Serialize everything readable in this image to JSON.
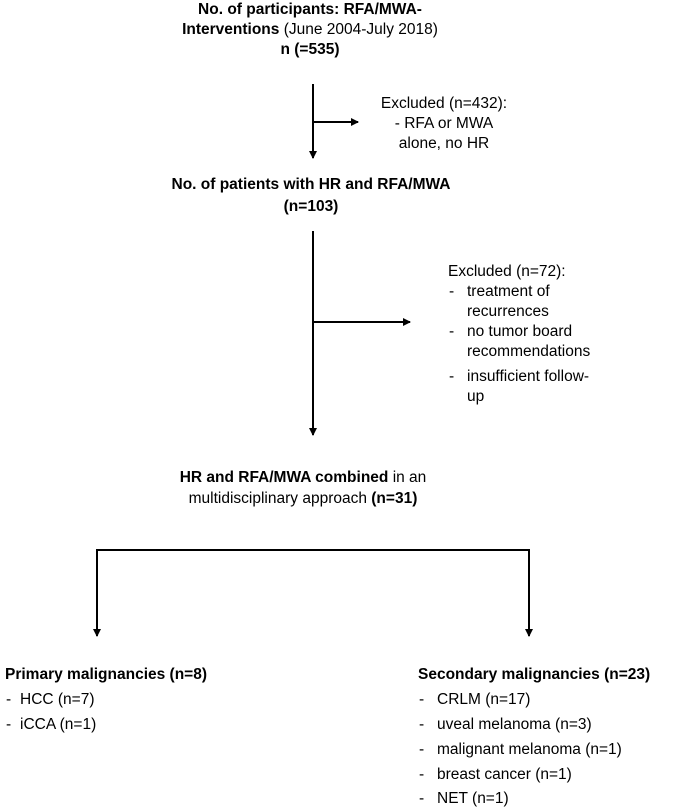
{
  "box1": {
    "line1_bold": "No. of participants: RFA/MWA-",
    "line2_bold": "Interventions",
    "line2_rest": " (June 2004-July 2018)",
    "line3": "n (=535)"
  },
  "excl1": {
    "line1": "Excluded (n=432):",
    "line2": "- RFA or MWA",
    "line3": "alone, no HR"
  },
  "box2": {
    "line1": "No. of patients with HR and RFA/MWA",
    "line2": "(n=103)"
  },
  "excl2": {
    "title": "Excluded (n=72):",
    "items": [
      "treatment of",
      "recurrences",
      "no tumor board",
      "recommendations",
      "insufficient follow-",
      "up"
    ]
  },
  "box3": {
    "line1_bold": "HR and RFA/MWA combined",
    "line1_rest": " in an",
    "line2_rest": "multidisciplinary approach ",
    "line2_bold": "(n=31)"
  },
  "primary": {
    "title": "Primary malignancies (n=8)",
    "items": [
      "HCC (n=7)",
      "iCCA (n=1)"
    ]
  },
  "secondary": {
    "title": "Secondary malignancies (n=23)",
    "items": [
      "CRLM (n=17)",
      "uveal melanoma (n=3)",
      "malignant melanoma (n=1)",
      "breast cancer (n=1)",
      "NET (n=1)"
    ]
  },
  "dash": "-"
}
